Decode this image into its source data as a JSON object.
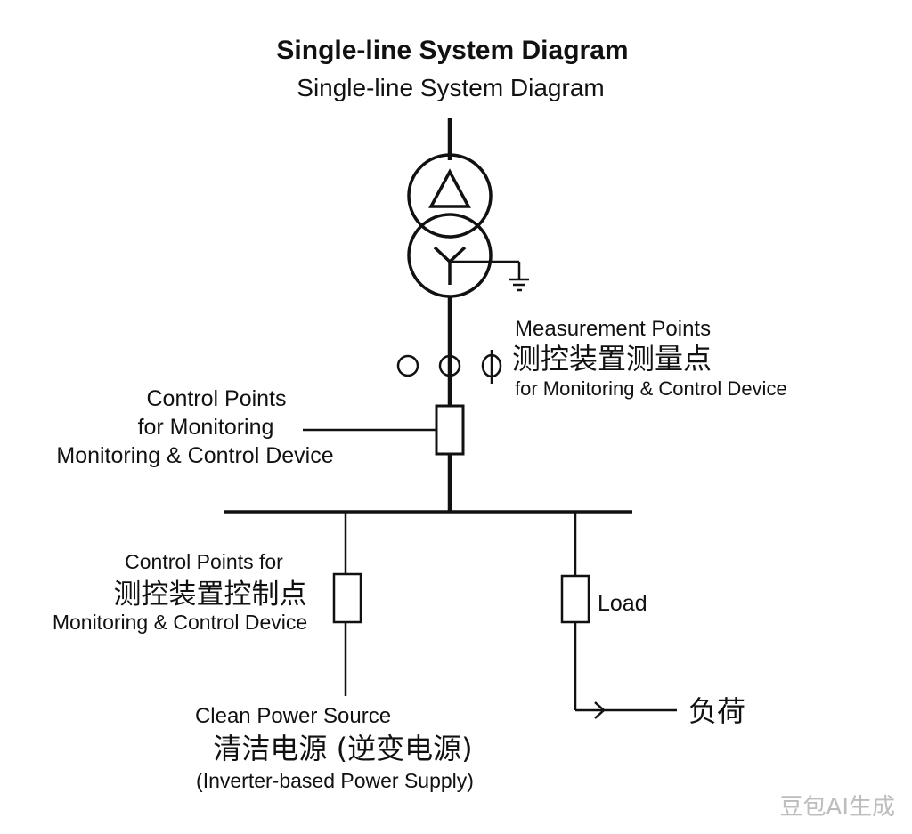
{
  "title": "Single-line System Diagram",
  "subtitle": "Single-line System Diagram",
  "measurement": {
    "line1": "Measurement Points",
    "line2": "测控装置测量点",
    "line3": "for Monitoring & Control Device"
  },
  "control_main": {
    "line1": "Control Points",
    "line2": "for Monitoring",
    "line3": "Monitoring & Control Device"
  },
  "control_branch": {
    "line1": "Control Points for",
    "line2": "测控装置控制点",
    "line3": "Monitoring & Control Device"
  },
  "load": {
    "label": "Load",
    "cn_label": "负荷"
  },
  "source": {
    "line1": "Clean Power Source",
    "line2": "清洁电源 (逆变电源)",
    "line3": "(Inverter-based Power Supply)"
  },
  "watermark": "豆包AI生成"
}
